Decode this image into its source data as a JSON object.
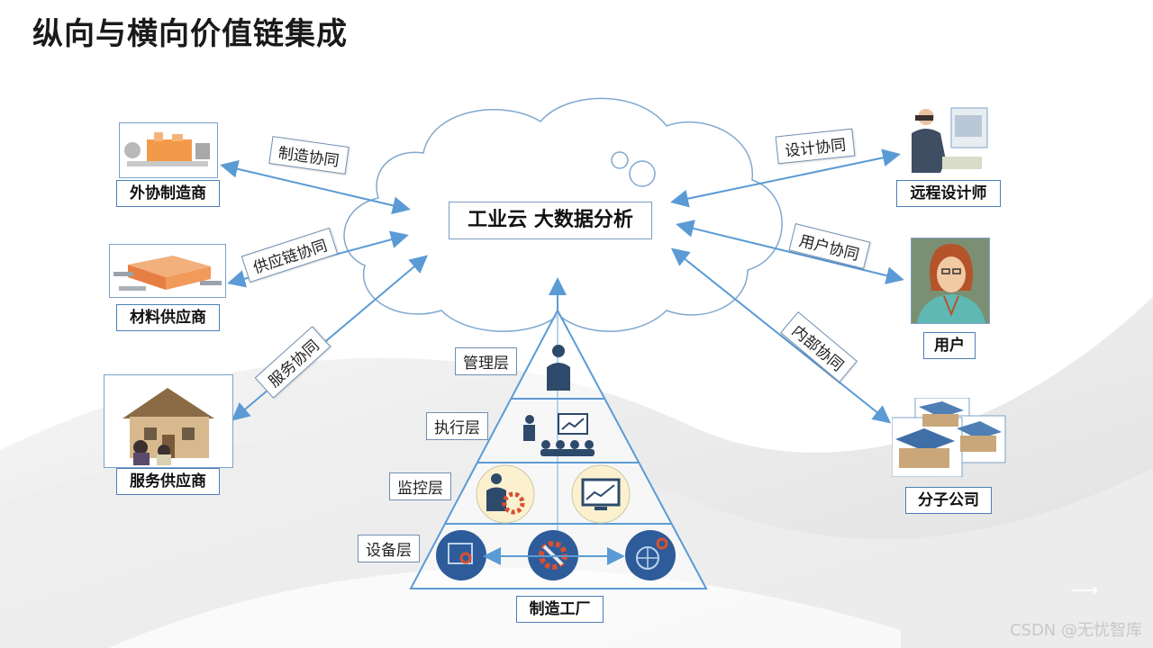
{
  "title": "纵向与横向价值链集成",
  "center": {
    "label": "工业云  大数据分析"
  },
  "nodes": {
    "outsource": "外协制造商",
    "material": "材料供应商",
    "service": "服务供应商",
    "designer": "远程设计师",
    "user": "用户",
    "branch": "分子公司",
    "factory": "制造工厂"
  },
  "collab": {
    "manufacturing": "制造协同",
    "supply_chain": "供应链协同",
    "service": "服务协同",
    "design": "设计协同",
    "user": "用户协同",
    "internal": "内部协同"
  },
  "layers": [
    "管理层",
    "执行层",
    "监控层",
    "设备层"
  ],
  "watermark": "CSDN @无忧智库",
  "colors": {
    "arrow": "#5b9bd5",
    "pyramid": "#5b9bd5",
    "cloud_stroke": "#7fa9cf",
    "circle_dark": "#2e5c9a",
    "circle_light": "#fbf1cf"
  },
  "icons": [
    "factory-icon",
    "warehouse-icon",
    "house-icon",
    "designer-icon",
    "user-avatar-icon",
    "buildings-icon",
    "manager-icon",
    "presenter-icon",
    "engineer-gear-icon",
    "monitor-chart-icon",
    "browser-gear-icon",
    "wrench-gear-icon",
    "globe-gear-icon"
  ]
}
